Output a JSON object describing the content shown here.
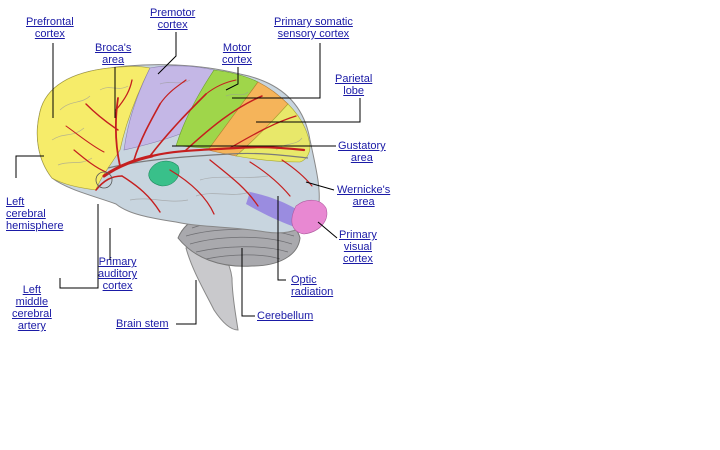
{
  "colors": {
    "link": "#1a1aa6",
    "prefrontal": "#f6ec6a",
    "premotor": "#c4b7e6",
    "motor": "#9fd64a",
    "somatic": "#f5b45a",
    "parietal": "#e8e86a",
    "temporal": "#c8d5df",
    "auditory": "#39c08a",
    "visual": "#e888d2",
    "optic": "#9a8ce0",
    "cerebellum": "#a9a9ad",
    "brainstem": "#c9c9cc",
    "artery": "#c51f1f"
  },
  "labels": {
    "prefrontal": "Prefrontal\ncortex",
    "premotor": "Premotor\ncortex",
    "somatic": "Primary somatic\nsensory cortex",
    "broca": "Broca's\narea",
    "motor": "Motor\ncortex",
    "parietal": "Parietal\nlobe",
    "gustatory": "Gustatory\narea",
    "left_hemisphere": "Left\ncerebral\nhemisphere",
    "wernicke": "Wernicke's\narea",
    "visual": "Primary\nvisual\ncortex",
    "auditory": "Primary\nauditory\ncortex",
    "optic": "Optic\nradiation",
    "artery": "Left\nmiddle\ncerebral\nartery",
    "brainstem": "Brain stem",
    "cerebellum": "Cerebellum"
  }
}
